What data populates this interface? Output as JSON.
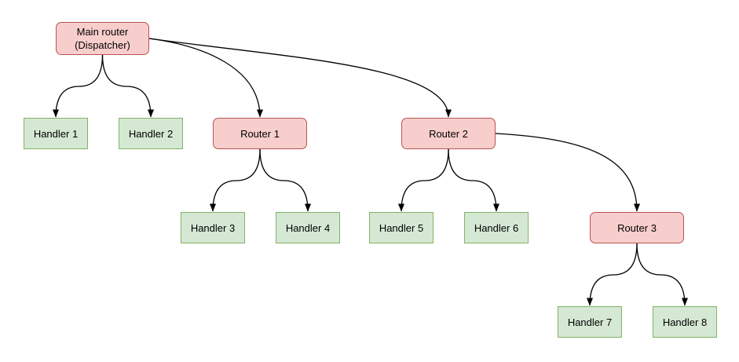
{
  "diagram": {
    "type": "tree",
    "background": "#ffffff",
    "edge_color": "#000000",
    "text_color": "#000000",
    "styles": {
      "router": {
        "fill": "#f8cecc",
        "stroke": "#b85450"
      },
      "handler": {
        "fill": "#d5e8d4",
        "stroke": "#82b366"
      }
    },
    "nodes": [
      {
        "id": "main-router",
        "type": "router",
        "label": "Main router (Dispatcher)",
        "line1": "Main router",
        "line2": "(Dispatcher)"
      },
      {
        "id": "handler-1",
        "type": "handler",
        "label": "Handler 1"
      },
      {
        "id": "handler-2",
        "type": "handler",
        "label": "Handler 2"
      },
      {
        "id": "router-1",
        "type": "router",
        "label": "Router 1"
      },
      {
        "id": "router-2",
        "type": "router",
        "label": "Router 2"
      },
      {
        "id": "handler-3",
        "type": "handler",
        "label": "Handler 3"
      },
      {
        "id": "handler-4",
        "type": "handler",
        "label": "Handler 4"
      },
      {
        "id": "handler-5",
        "type": "handler",
        "label": "Handler 5"
      },
      {
        "id": "handler-6",
        "type": "handler",
        "label": "Handler 6"
      },
      {
        "id": "router-3",
        "type": "router",
        "label": "Router 3"
      },
      {
        "id": "handler-7",
        "type": "handler",
        "label": "Handler 7"
      },
      {
        "id": "handler-8",
        "type": "handler",
        "label": "Handler 8"
      }
    ],
    "edges": [
      {
        "from": "main-router",
        "to": "handler-1"
      },
      {
        "from": "main-router",
        "to": "handler-2"
      },
      {
        "from": "main-router",
        "to": "router-1"
      },
      {
        "from": "main-router",
        "to": "router-2"
      },
      {
        "from": "router-1",
        "to": "handler-3"
      },
      {
        "from": "router-1",
        "to": "handler-4"
      },
      {
        "from": "router-2",
        "to": "handler-5"
      },
      {
        "from": "router-2",
        "to": "handler-6"
      },
      {
        "from": "router-2",
        "to": "router-3"
      },
      {
        "from": "router-3",
        "to": "handler-7"
      },
      {
        "from": "router-3",
        "to": "handler-8"
      }
    ]
  }
}
